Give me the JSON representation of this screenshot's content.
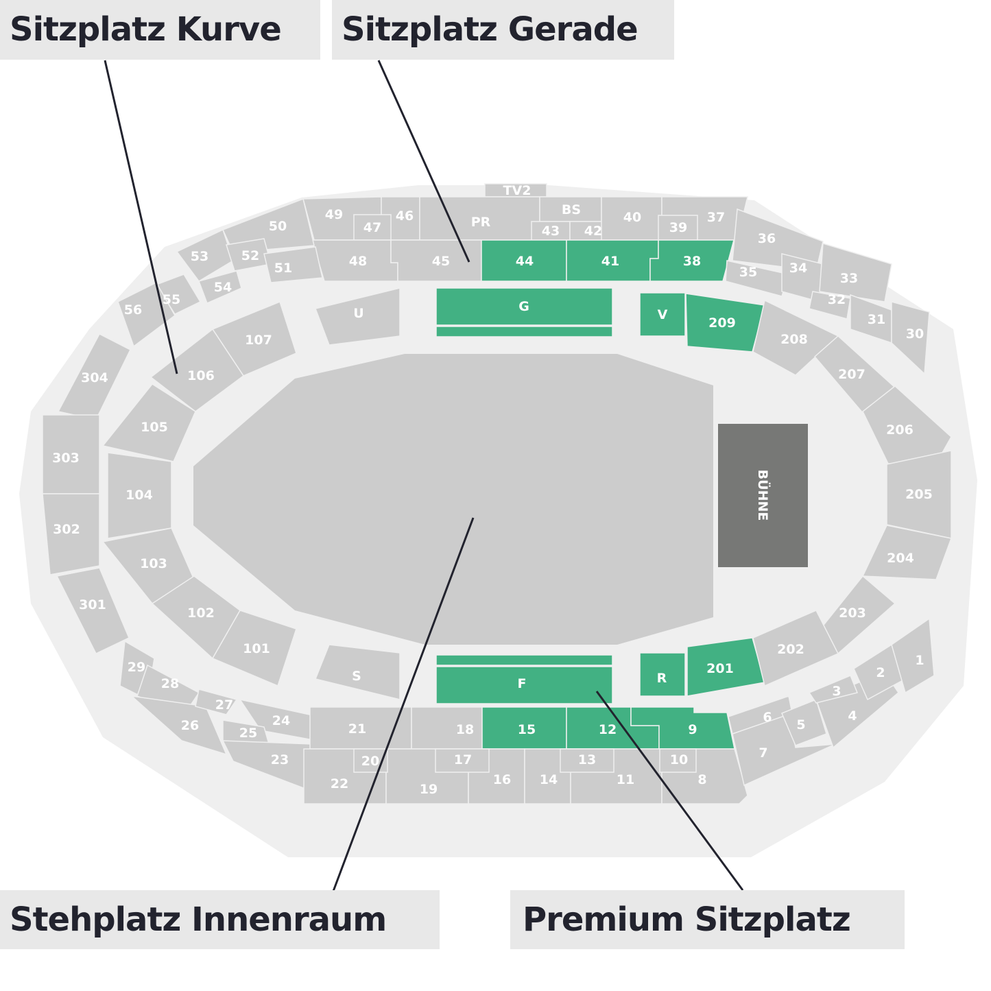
{
  "categories": {
    "kurve": "Sitzplatz Kurve",
    "gerade": "Sitzplatz Gerade",
    "innenraum": "Stehplatz Innenraum",
    "premium": "Premium Sitzplatz"
  },
  "stage_label": "BÜHNE",
  "colors": {
    "premium": "#42b183",
    "standard": "#cccccc",
    "stage": "#777876",
    "background": "#efefef"
  },
  "premium_sections": [
    "44",
    "41",
    "38",
    "G",
    "V",
    "209",
    "F",
    "R",
    "201",
    "15",
    "12",
    "9"
  ],
  "sections": {
    "TV2": "TV2",
    "49": "49",
    "47": "47",
    "46": "46",
    "PR": "PR",
    "BS": "BS",
    "43": "43",
    "42": "42",
    "40": "40",
    "39": "39",
    "37": "37",
    "48": "48",
    "45": "45",
    "44": "44",
    "41": "41",
    "38": "38",
    "50": "50",
    "53": "53",
    "52": "52",
    "51": "51",
    "54": "54",
    "55": "55",
    "56": "56",
    "36": "36",
    "35": "35",
    "34": "34",
    "33": "33",
    "32": "32",
    "31": "31",
    "30": "30",
    "107": "107",
    "106": "106",
    "105": "105",
    "104": "104",
    "103": "103",
    "102": "102",
    "101": "101",
    "U": "U",
    "S": "S",
    "G": "G",
    "F": "F",
    "V": "V",
    "209": "209",
    "R": "R",
    "201": "201",
    "208": "208",
    "207": "207",
    "206": "206",
    "205": "205",
    "204": "204",
    "203": "203",
    "202": "202",
    "304": "304",
    "303": "303",
    "302": "302",
    "301": "301",
    "29": "29",
    "28": "28",
    "27": "27",
    "26": "26",
    "25": "25",
    "24": "24",
    "23": "23",
    "21": "21",
    "18": "18",
    "15": "15",
    "12": "12",
    "9": "9",
    "22": "22",
    "20": "20",
    "19": "19",
    "17": "17",
    "16": "16",
    "14": "14",
    "13": "13",
    "11": "11",
    "10": "10",
    "8": "8",
    "7": "7",
    "6": "6",
    "5": "5",
    "4": "4",
    "3": "3",
    "2": "2",
    "1": "1"
  }
}
